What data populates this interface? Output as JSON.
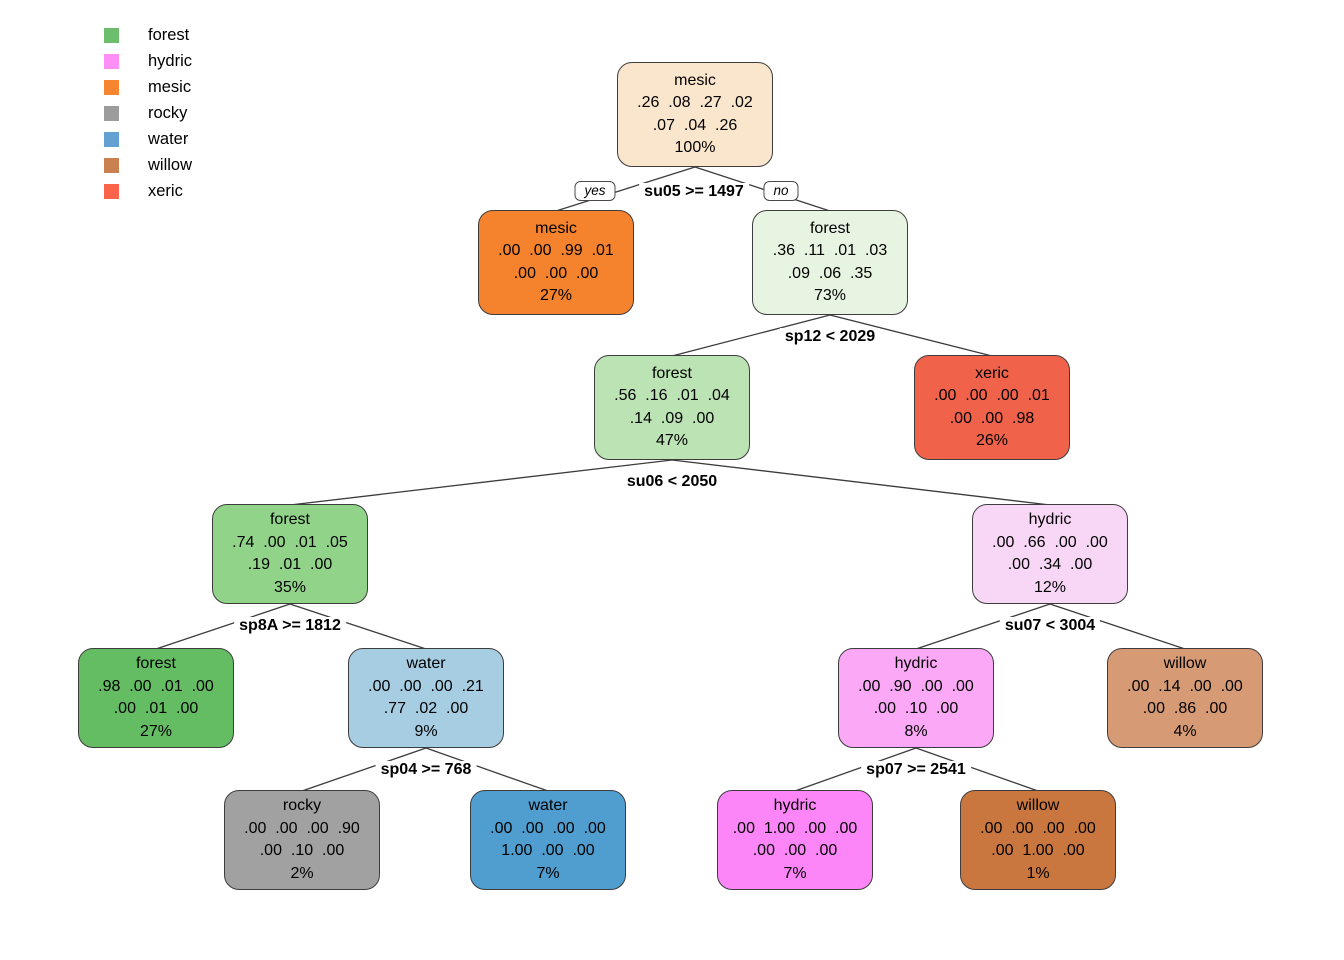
{
  "legend": {
    "items": [
      {
        "label": "forest",
        "color": "#6dbe6c"
      },
      {
        "label": "hydric",
        "color": "#ff8ff7"
      },
      {
        "label": "mesic",
        "color": "#f5852f"
      },
      {
        "label": "rocky",
        "color": "#9c9c9c"
      },
      {
        "label": "water",
        "color": "#62a1d2"
      },
      {
        "label": "willow",
        "color": "#c98150"
      },
      {
        "label": "xeric",
        "color": "#f9644a"
      }
    ]
  },
  "splits": [
    {
      "text": "su05 >= 1497",
      "yes_label": "yes",
      "no_label": "no"
    },
    {
      "text": "sp12 < 2029"
    },
    {
      "text": "su06 < 2050"
    },
    {
      "text": "sp8A >= 1812"
    },
    {
      "text": "su07 < 3004"
    },
    {
      "text": "sp04 >= 768"
    },
    {
      "text": "sp07 >= 2541"
    }
  ],
  "nodes": [
    {
      "label": "mesic",
      "probs_line1": ".26  .08  .27  .02",
      "probs_line2": ".07  .04  .26",
      "pct": "100%",
      "color": "#fae5cd"
    },
    {
      "label": "mesic",
      "probs_line1": ".00  .00  .99  .01",
      "probs_line2": ".00  .00  .00",
      "pct": "27%",
      "color": "#f5822d"
    },
    {
      "label": "forest",
      "probs_line1": ".36  .11  .01  .03",
      "probs_line2": ".09  .06  .35",
      "pct": "73%",
      "color": "#e7f4e2"
    },
    {
      "label": "forest",
      "probs_line1": ".56  .16  .01  .04",
      "probs_line2": ".14  .09  .00",
      "pct": "47%",
      "color": "#bce3b4"
    },
    {
      "label": "xeric",
      "probs_line1": ".00  .00  .00  .01",
      "probs_line2": ".00  .00  .98",
      "pct": "26%",
      "color": "#f0624a"
    },
    {
      "label": "forest",
      "probs_line1": ".74  .00  .01  .05",
      "probs_line2": ".19  .01  .00",
      "pct": "35%",
      "color": "#90d389"
    },
    {
      "label": "hydric",
      "probs_line1": ".00  .66  .00  .00",
      "probs_line2": ".00  .34  .00",
      "pct": "12%",
      "color": "#f8d7f6"
    },
    {
      "label": "forest",
      "probs_line1": ".98  .00  .01  .00",
      "probs_line2": ".00  .01  .00",
      "pct": "27%",
      "color": "#64bc63"
    },
    {
      "label": "water",
      "probs_line1": ".00  .00  .00  .21",
      "probs_line2": ".77  .02  .00",
      "pct": "9%",
      "color": "#a7cde2"
    },
    {
      "label": "hydric",
      "probs_line1": ".00  .90  .00  .00",
      "probs_line2": ".00  .10  .00",
      "pct": "8%",
      "color": "#fba8f7"
    },
    {
      "label": "willow",
      "probs_line1": ".00  .14  .00  .00",
      "probs_line2": ".00  .86  .00",
      "pct": "4%",
      "color": "#d69a75"
    },
    {
      "label": "rocky",
      "probs_line1": ".00  .00  .00  .90",
      "probs_line2": ".00  .10  .00",
      "pct": "2%",
      "color": "#a1a1a1"
    },
    {
      "label": "water",
      "probs_line1": ".00  .00  .00  .00",
      "probs_line2": "1.00  .00  .00",
      "pct": "7%",
      "color": "#509dcf"
    },
    {
      "label": "hydric",
      "probs_line1": ".00  1.00  .00  .00",
      "probs_line2": ".00  .00  .00",
      "pct": "7%",
      "color": "#fc86f8"
    },
    {
      "label": "willow",
      "probs_line1": ".00  .00  .00  .00",
      "probs_line2": ".00  1.00  .00",
      "pct": "1%",
      "color": "#c9773f"
    }
  ]
}
